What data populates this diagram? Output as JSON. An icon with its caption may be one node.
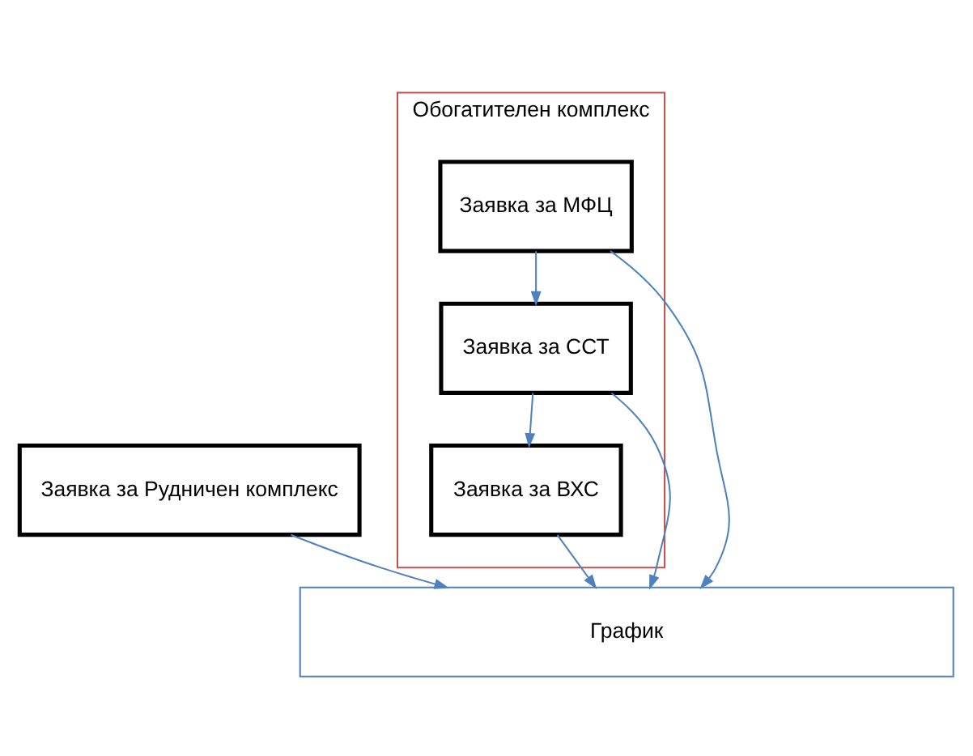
{
  "diagram": {
    "nodes": [
      {
        "text": [
          "Заявка за Рудничен комплекс"
        ]
      },
      {
        "text": [
          "Обогатителен комплекс"
        ]
      },
      {
        "text": [
          "Заявка за МФЦ"
        ],
        "in": 1
      },
      {
        "text": [
          "Заявка за ССТ"
        ],
        "in": 1
      },
      {
        "text": [
          "Заявка за ВХС"
        ],
        "in": 1
      },
      {
        "text": [
          "График"
        ]
      }
    ],
    "edges": [
      {
        "from": 0,
        "to": 5,
        "arrow": "to"
      },
      {
        "from": 2,
        "to": 3,
        "arrow": "to"
      },
      {
        "from": 3,
        "to": 4,
        "arrow": "to"
      },
      {
        "from": 4,
        "to": 5,
        "arrow": "to"
      },
      {
        "from": 3,
        "to": 5,
        "arrow": "to"
      },
      {
        "from": 2,
        "to": 5,
        "arrow": "to"
      }
    ]
  }
}
